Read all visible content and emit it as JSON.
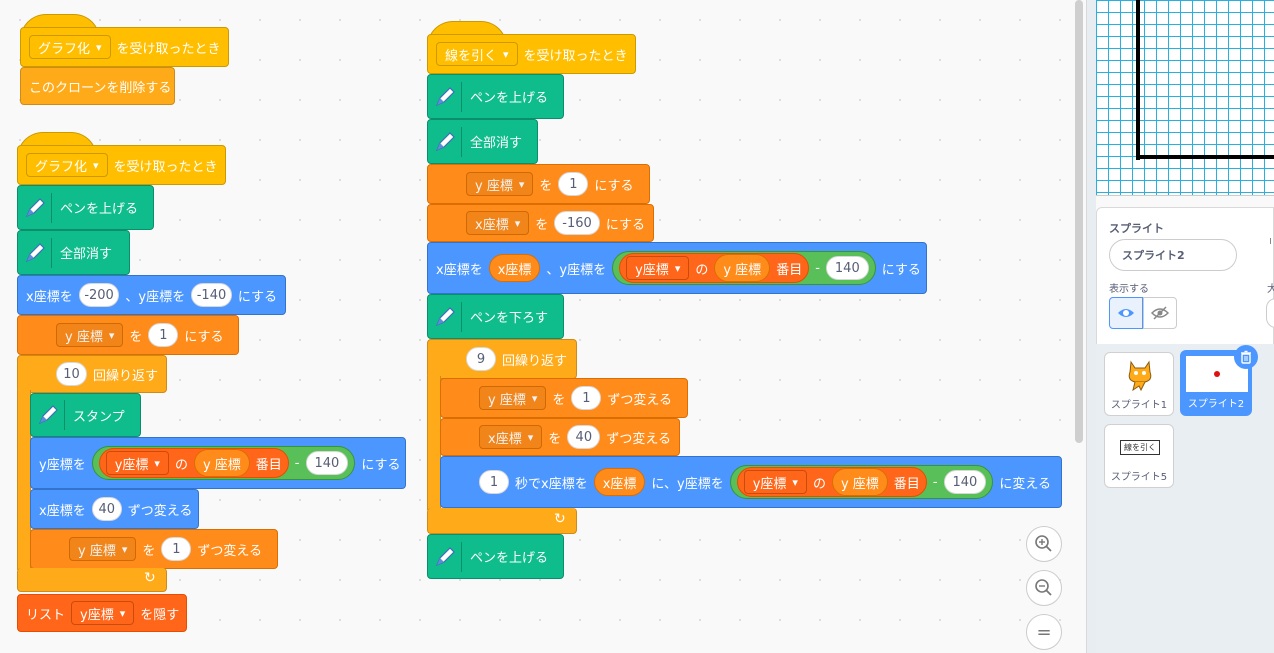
{
  "scripts": {
    "s1": {
      "hat_dropdown": "グラフ化",
      "hat_suffix": "を受け取ったとき",
      "delete_clone": "このクローンを削除する"
    },
    "s2": {
      "hat_dropdown": "グラフ化",
      "hat_suffix": "を受け取ったとき",
      "pen_up": "ペンを上げる",
      "clear": "全部消す",
      "goto_x_label": "x座標を",
      "goto_x": "-200",
      "goto_y_label": "、y座標を",
      "goto_y": "-140",
      "goto_suffix": "にする",
      "set_var": "y 座標",
      "set_wo": "を",
      "set_val": "1",
      "set_suffix": "にする",
      "repeat_count": "10",
      "repeat_label": "回繰り返す",
      "stamp": "スタンプ",
      "sety_label": "y座標を",
      "item_list": "y座標",
      "item_no": "の",
      "item_index": "y 座標",
      "item_suffix": "番目",
      "minus": "-",
      "sub_val": "140",
      "sety_suffix": "にする",
      "changex_label": "x座標を",
      "changex_val": "40",
      "changex_suffix": "ずつ変える",
      "changevar": "y 座標",
      "changevar_wo": "を",
      "changevar_val": "1",
      "changevar_suffix": "ずつ変える",
      "hide_list_label": "リスト",
      "hide_list_var": "y座標",
      "hide_list_suffix": "を隠す"
    },
    "s3": {
      "hat_dropdown": "線を引く",
      "hat_suffix": "を受け取ったとき",
      "pen_up": "ペンを上げる",
      "clear": "全部消す",
      "set1_var": "y 座標",
      "set1_wo": "を",
      "set1_val": "1",
      "set1_suffix": "にする",
      "set2_var": "x座標",
      "set2_wo": "を",
      "set2_val": "-160",
      "set2_suffix": "にする",
      "goto_x_label": "x座標を",
      "goto_x_var": "x座標",
      "goto_y_label": "、y座標を",
      "item_list": "y座標",
      "item_no": "の",
      "item_index": "y 座標",
      "item_suffix": "番目",
      "minus": "-",
      "sub_val": "140",
      "goto_suffix": "にする",
      "pen_down": "ペンを下ろす",
      "repeat_count": "9",
      "repeat_label": "回繰り返す",
      "ch1_var": "y 座標",
      "ch1_wo": "を",
      "ch1_val": "1",
      "ch1_suffix": "ずつ変える",
      "ch2_var": "x座標",
      "ch2_wo": "を",
      "ch2_val": "40",
      "ch2_suffix": "ずつ変える",
      "glide_secs": "1",
      "glide_label": "秒でx座標を",
      "glide_x_var": "x座標",
      "glide_y_label": "に、y座標を",
      "glide_item_list": "y座標",
      "glide_item_no": "の",
      "glide_item_index": "y 座標",
      "glide_item_suffix": "番目",
      "glide_minus": "-",
      "glide_sub_val": "140",
      "glide_suffix": "に変える",
      "pen_up_end": "ペンを上げる"
    }
  },
  "zoom": {
    "in": "+",
    "out": "−",
    "reset": "="
  },
  "sprite_panel": {
    "title": "スプライト",
    "name_value": "スプライト2",
    "show_label": "表示する",
    "size_label": "大"
  },
  "sprites": [
    {
      "name": "スプライト1"
    },
    {
      "name": "スプライト2"
    },
    {
      "name": "スプライト5",
      "thumb_text": "線を引く"
    }
  ],
  "colors": {
    "events": "#ffbf00",
    "control": "#ffab19",
    "data": "#ff8c1a",
    "list": "#ff661a",
    "motion": "#4c97ff",
    "pen": "#0fbd8c",
    "operators": "#59c059"
  }
}
